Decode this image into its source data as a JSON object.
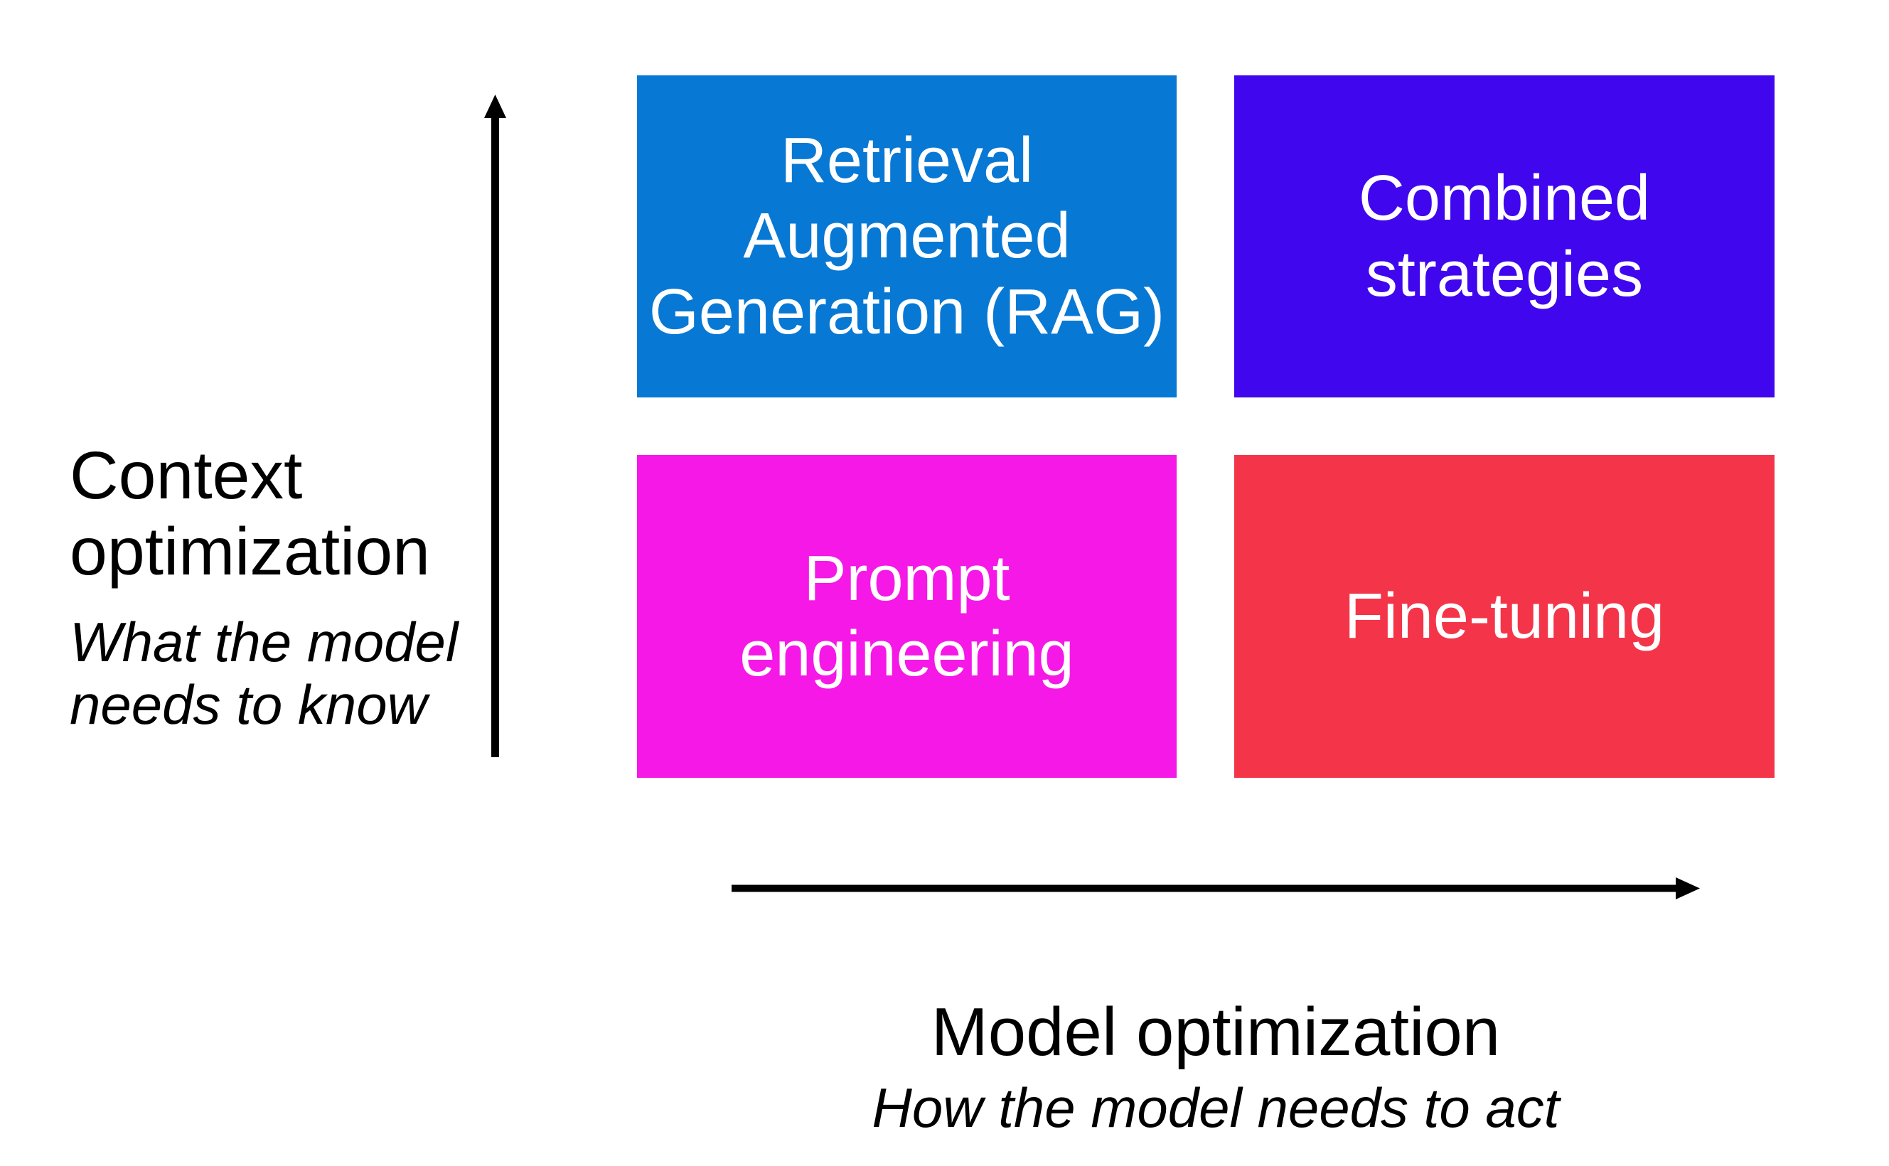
{
  "diagram": {
    "background_color": "#ffffff",
    "arrow_color": "#000000",
    "text_color": "#000000",
    "quadrant_text_color": "#ffffff",
    "y_axis": {
      "title": "Context\noptimization",
      "subtitle": "What the model\nneeds to know"
    },
    "x_axis": {
      "title": "Model optimization",
      "subtitle": "How the model needs to act"
    },
    "quadrants": {
      "top_left": {
        "label": "Retrieval\nAugmented\nGeneration (RAG)",
        "color": "#0778d4"
      },
      "top_right": {
        "label": "Combined\nstrategies",
        "color": "#4006ee"
      },
      "bottom_left": {
        "label": "Prompt\nengineering",
        "color": "#f518e6"
      },
      "bottom_right": {
        "label": "Fine-tuning",
        "color": "#f43549"
      }
    }
  }
}
